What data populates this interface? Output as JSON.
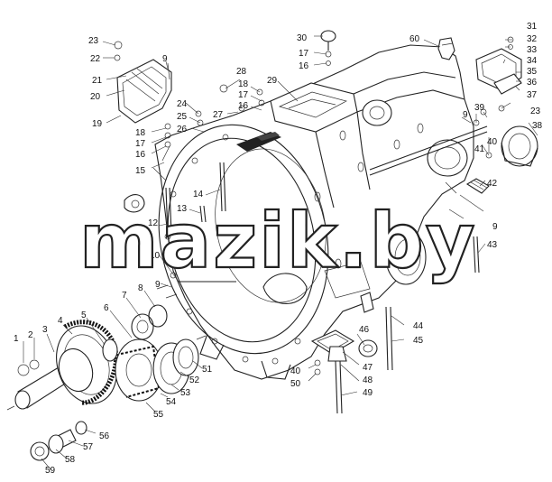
{
  "watermark": "mazik.by",
  "callouts": [
    {
      "id": "1",
      "label": "1"
    },
    {
      "id": "2",
      "label": "2"
    },
    {
      "id": "3",
      "label": "3"
    },
    {
      "id": "4",
      "label": "4"
    },
    {
      "id": "5",
      "label": "5"
    },
    {
      "id": "6",
      "label": "6"
    },
    {
      "id": "7",
      "label": "7"
    },
    {
      "id": "8",
      "label": "8"
    },
    {
      "id": "9a",
      "label": "9"
    },
    {
      "id": "9b",
      "label": "9"
    },
    {
      "id": "9c",
      "label": "9"
    },
    {
      "id": "9d",
      "label": "9"
    },
    {
      "id": "10",
      "label": "10"
    },
    {
      "id": "12",
      "label": "12"
    },
    {
      "id": "13",
      "label": "13"
    },
    {
      "id": "14",
      "label": "14"
    },
    {
      "id": "15",
      "label": "15"
    },
    {
      "id": "16a",
      "label": "16"
    },
    {
      "id": "16b",
      "label": "16"
    },
    {
      "id": "16c",
      "label": "16"
    },
    {
      "id": "17a",
      "label": "17"
    },
    {
      "id": "17b",
      "label": "17"
    },
    {
      "id": "17c",
      "label": "17"
    },
    {
      "id": "18a",
      "label": "18"
    },
    {
      "id": "18b",
      "label": "18"
    },
    {
      "id": "19",
      "label": "19"
    },
    {
      "id": "20",
      "label": "20"
    },
    {
      "id": "21",
      "label": "21"
    },
    {
      "id": "22",
      "label": "22"
    },
    {
      "id": "23a",
      "label": "23"
    },
    {
      "id": "23b",
      "label": "23"
    },
    {
      "id": "24",
      "label": "24"
    },
    {
      "id": "25",
      "label": "25"
    },
    {
      "id": "26",
      "label": "26"
    },
    {
      "id": "27",
      "label": "27"
    },
    {
      "id": "28",
      "label": "28"
    },
    {
      "id": "29",
      "label": "29"
    },
    {
      "id": "30",
      "label": "30"
    },
    {
      "id": "31",
      "label": "31"
    },
    {
      "id": "32",
      "label": "32"
    },
    {
      "id": "33",
      "label": "33"
    },
    {
      "id": "34",
      "label": "34"
    },
    {
      "id": "35",
      "label": "35"
    },
    {
      "id": "36",
      "label": "36"
    },
    {
      "id": "37",
      "label": "37"
    },
    {
      "id": "38",
      "label": "38"
    },
    {
      "id": "39",
      "label": "39"
    },
    {
      "id": "40a",
      "label": "40"
    },
    {
      "id": "40b",
      "label": "40"
    },
    {
      "id": "41",
      "label": "41"
    },
    {
      "id": "42",
      "label": "42"
    },
    {
      "id": "43",
      "label": "43"
    },
    {
      "id": "44",
      "label": "44"
    },
    {
      "id": "45",
      "label": "45"
    },
    {
      "id": "46",
      "label": "46"
    },
    {
      "id": "47",
      "label": "47"
    },
    {
      "id": "48",
      "label": "48"
    },
    {
      "id": "49",
      "label": "49"
    },
    {
      "id": "50",
      "label": "50"
    },
    {
      "id": "51",
      "label": "51"
    },
    {
      "id": "52",
      "label": "52"
    },
    {
      "id": "53",
      "label": "53"
    },
    {
      "id": "54",
      "label": "54"
    },
    {
      "id": "55",
      "label": "55"
    },
    {
      "id": "56",
      "label": "56"
    },
    {
      "id": "57",
      "label": "57"
    },
    {
      "id": "58",
      "label": "58"
    },
    {
      "id": "59",
      "label": "59"
    },
    {
      "id": "60",
      "label": "60"
    }
  ]
}
